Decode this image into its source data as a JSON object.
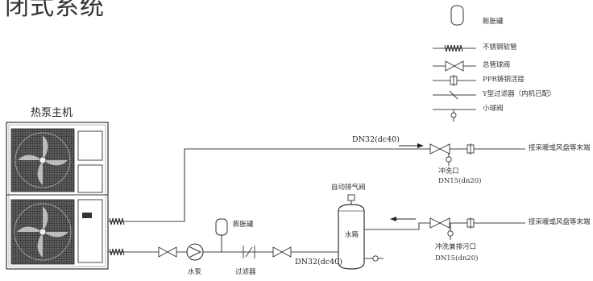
{
  "title": "闭式系统",
  "legend": {
    "expansion_tank": "膨胀罐",
    "stainless_hose": "不锈钢软管",
    "main_ball_valve": "总管球阀",
    "ppr_union": "PPR铸铜活接",
    "y_filter": "Y型过滤器（内机已配）",
    "small_ball_valve": "小球阀"
  },
  "labels": {
    "heat_pump": "热泵主机",
    "pipe_top": "DN32(dc40)",
    "pipe_bottom": "DN32(dc40)",
    "flush_port": "冲洗口",
    "flush_port_size": "DN15(dn20)",
    "flush_drain_port": "冲洗兼排污口",
    "flush_drain_size": "DN15(dn20)",
    "auto_air_vent": "自动排气阀",
    "water_tank": "水箱",
    "expansion_tank": "膨胀罐",
    "water_pump": "水泵",
    "filter": "过滤器",
    "to_terminal_top": "接采暖或风盘等末端",
    "to_terminal_bottom": "接采暖或风盘等末端"
  },
  "colors": {
    "line": "#444444",
    "unit_body": "#ffffff",
    "unit_frame": "#333333",
    "fan_dark": "#3a3a3a"
  }
}
